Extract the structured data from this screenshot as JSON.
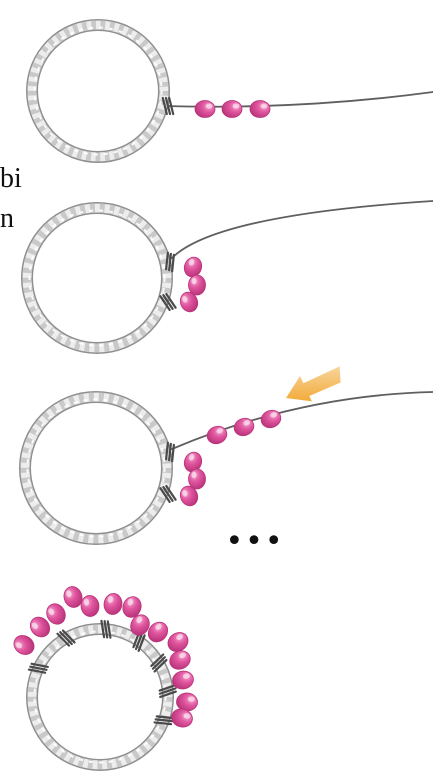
{
  "diagram": {
    "left_text_fragments": [
      "bi",
      "n"
    ],
    "ellipsis": "•••",
    "colors": {
      "bead": "#e0559f",
      "bead_highlight": "#f4a6cf",
      "bead_shadow": "#b83379",
      "ring": "#c9c9c9",
      "ring_dark": "#8f8f8f",
      "wire": "#5f5f5f",
      "wrap": "#4a4a4a",
      "arrow": "#f0a020"
    },
    "steps": [
      {
        "step": 1,
        "loose_beads": 3,
        "attached_beads": 0,
        "arrow": false
      },
      {
        "step": 2,
        "loose_beads": 0,
        "attached_beads": 3,
        "arrow": false
      },
      {
        "step": 3,
        "loose_beads": 3,
        "attached_beads": 3,
        "arrow": true
      },
      {
        "step": 4,
        "loose_beads": 0,
        "attached_beads": 14,
        "arrow": false
      }
    ]
  }
}
